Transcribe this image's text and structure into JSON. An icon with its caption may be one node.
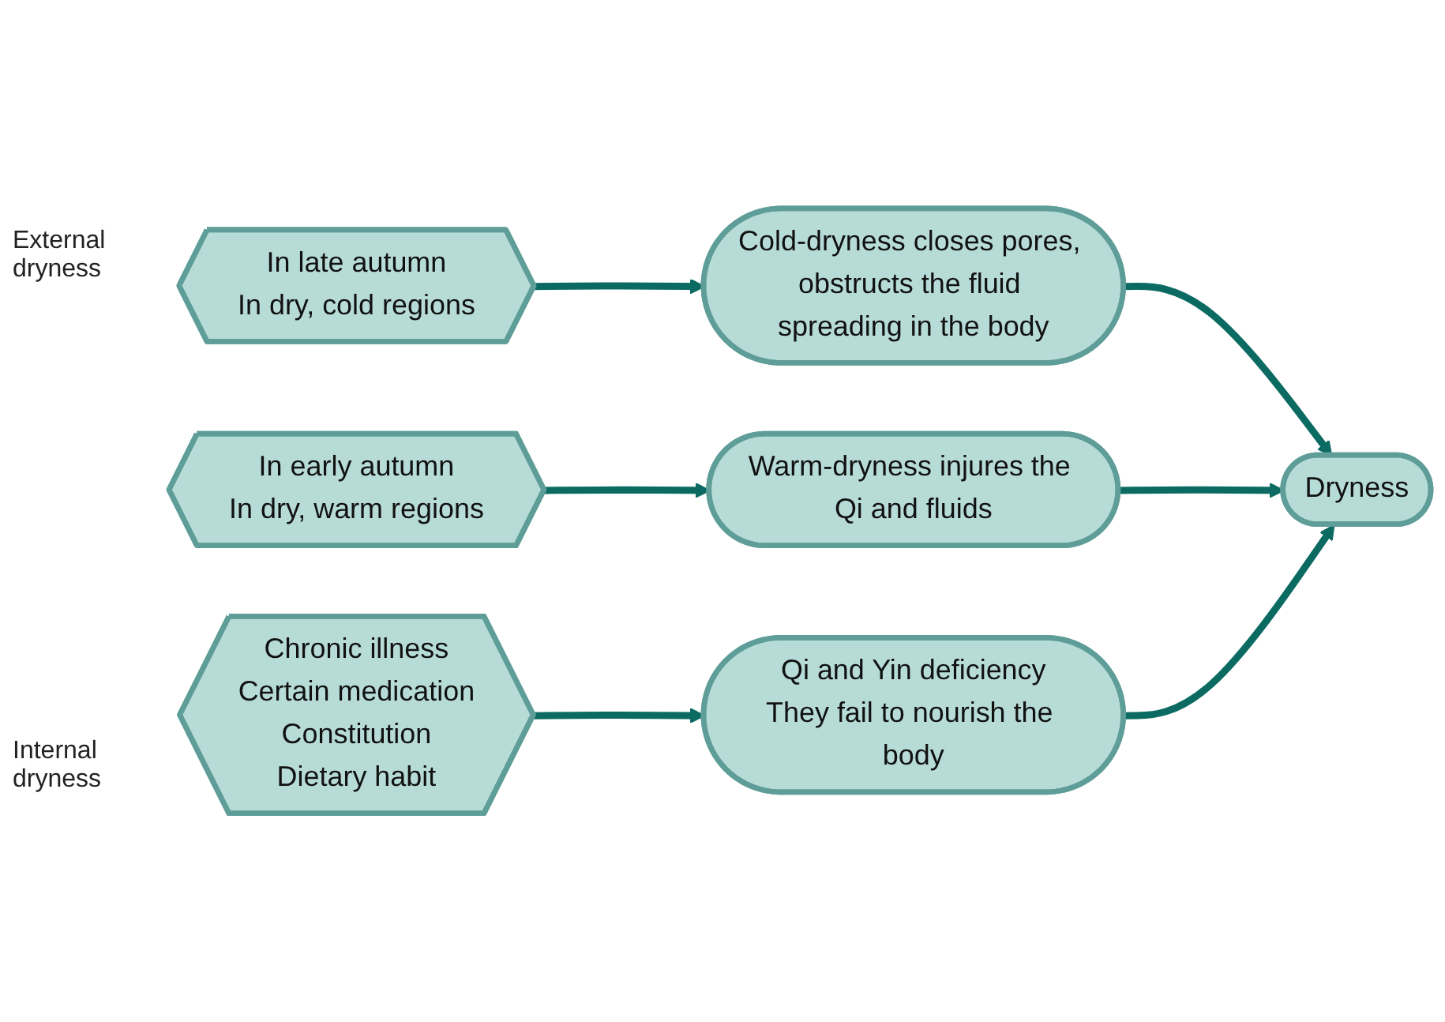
{
  "diagram": {
    "nodes": [
      {
        "text": [
          "In late autumn",
          "In dry, cold regions"
        ]
      },
      {
        "text": [
          "In early autumn",
          "In dry, warm regions"
        ]
      },
      {
        "text": [
          "Chronic illness",
          "Certain medication",
          "Constitution",
          "Dietary habit"
        ]
      },
      {
        "text": [
          "Cold-dryness closes pores, obstructs the fluid spreading in the body"
        ]
      },
      {
        "text": [
          "Warm-dryness injures the Qi and fluids"
        ]
      },
      {
        "text": [
          "Qi and Yin deficiency",
          "They fail to nourish the body"
        ]
      },
      {
        "text": [
          "Dryness"
        ]
      }
    ],
    "edges": [
      {
        "from": 0,
        "to": 3,
        "arrow": "to"
      },
      {
        "from": 1,
        "to": 4,
        "arrow": "to"
      },
      {
        "from": 2,
        "to": 5,
        "arrow": "to"
      },
      {
        "from": 3,
        "to": 6,
        "arrow": "to"
      },
      {
        "from": 4,
        "to": 6,
        "arrow": "to"
      },
      {
        "from": 5,
        "to": 6,
        "arrow": "to"
      }
    ],
    "labels": [
      "External dryness",
      "Internal dryness"
    ]
  }
}
